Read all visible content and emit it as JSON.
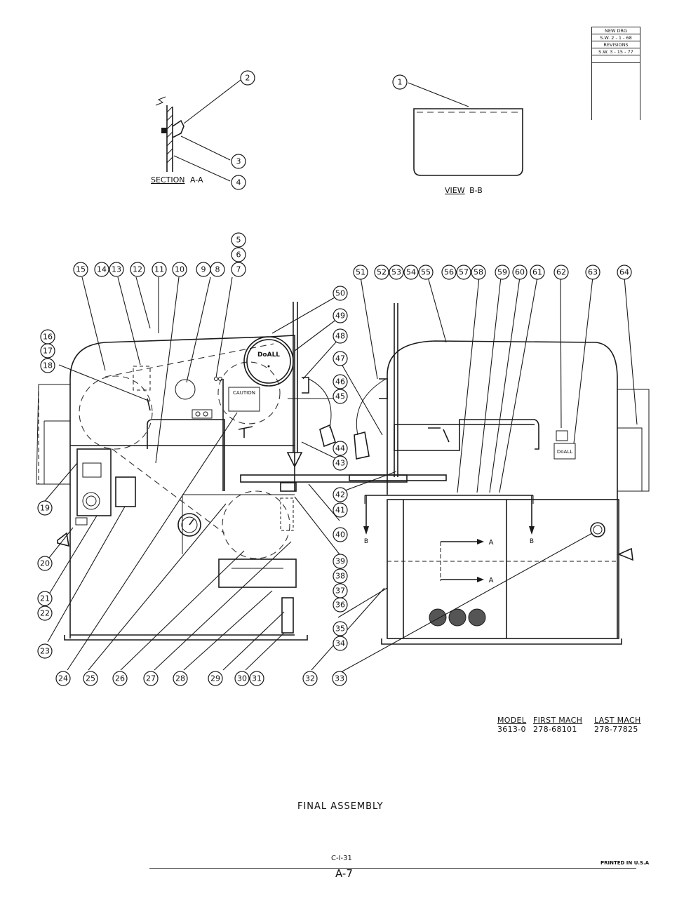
{
  "revisions": {
    "rows": [
      "NEW DRG",
      "S.W. 2 - 1 - 68",
      "REVISIONS",
      "S.W. 3 - 15 - 77"
    ]
  },
  "section_label": "SECTION",
  "section_code": "A-A",
  "view_label": "VIEW",
  "view_code": "B-B",
  "section_marker_a": "A",
  "section_marker_b": "B",
  "brand_label": "DoALL",
  "caution_label": "CAUTION",
  "model_table": {
    "headers": [
      "MODEL",
      "FIRST MACH",
      "LAST MACH"
    ],
    "values": [
      "3613-0",
      "278-68101",
      "278-77825"
    ]
  },
  "title": "FINAL ASSEMBLY",
  "drawing_number": "C-I-31",
  "page_number": "A-7",
  "printed_note": "PRINTED IN U.S.A",
  "callouts": [
    "1",
    "2",
    "3",
    "4",
    "5",
    "6",
    "7",
    "8",
    "9",
    "10",
    "11",
    "12",
    "13",
    "14",
    "15",
    "16",
    "17",
    "18",
    "19",
    "20",
    "21",
    "22",
    "23",
    "24",
    "25",
    "26",
    "27",
    "28",
    "29",
    "30",
    "31",
    "32",
    "33",
    "34",
    "35",
    "36",
    "37",
    "38",
    "39",
    "40",
    "41",
    "42",
    "43",
    "44",
    "45",
    "46",
    "47",
    "48",
    "49",
    "50",
    "51",
    "52",
    "53",
    "54",
    "55",
    "56",
    "57",
    "58",
    "59",
    "60",
    "61",
    "62",
    "63",
    "64"
  ],
  "colors": {
    "ink": "#1a1a1a",
    "paper": "#ffffff"
  }
}
